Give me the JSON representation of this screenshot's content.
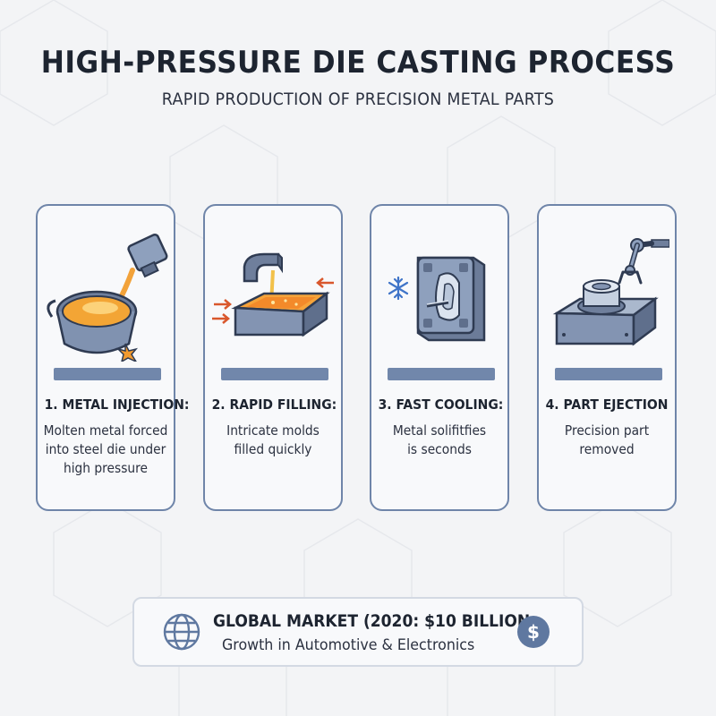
{
  "title": "HIGH-PRESSURE DIE CASTING PROCESS",
  "subtitle": "RAPID PRODUCTION OF PRECISION METAL PARTS",
  "steps": [
    {
      "title": "1. METAL INJECTION:",
      "description": "Molten metal forced\ninto steel die under\nhigh pressure",
      "icon": "pouring-ladle-icon"
    },
    {
      "title": "2. RAPID FILLING:",
      "description": "Intricate molds\nfilled quickly",
      "icon": "mold-filling-icon"
    },
    {
      "title": "3. FAST COOLING:",
      "description": "Metal solifitfies\nis seconds",
      "icon": "die-cooling-icon"
    },
    {
      "title": "4. PART EJECTION",
      "description": "Precision part\nremoved",
      "icon": "robot-arm-ejection-icon"
    }
  ],
  "market": {
    "title": "GLOBAL MARKET (2020: $10 BILLION",
    "subtitle": "Growth in Automotive & Electronics",
    "currency_symbol": "$",
    "icon": "globe-icon"
  },
  "colors": {
    "card_border": "#6f85a9",
    "accent_steel": "#7187ab",
    "molten": "#f2a23a",
    "background": "#f3f4f6"
  }
}
